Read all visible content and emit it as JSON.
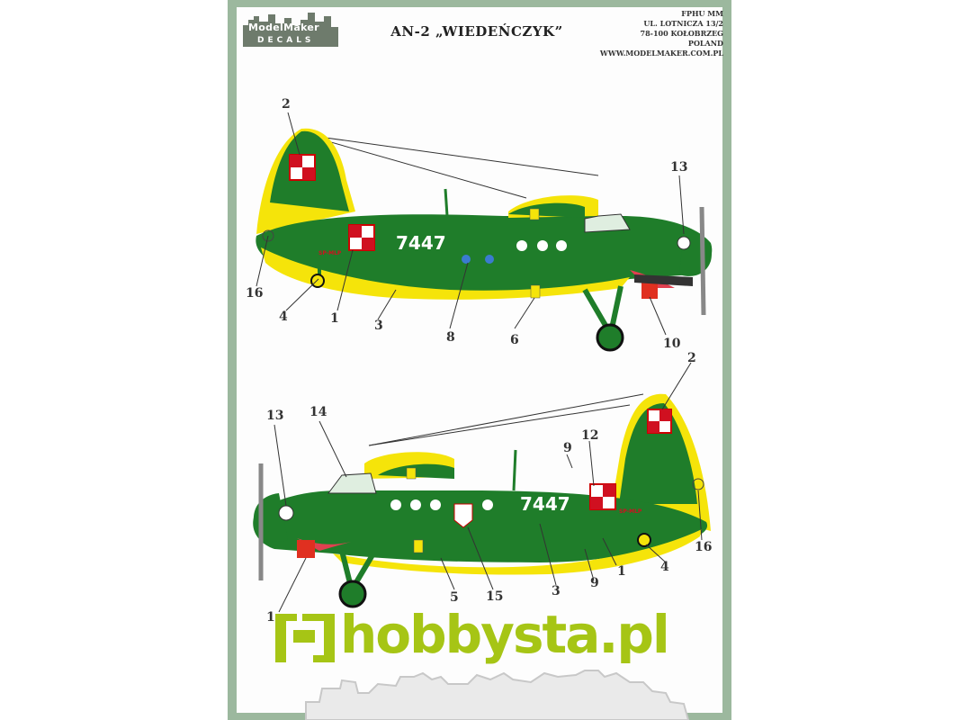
{
  "title": "AN-2 „WIEDEŃCZYK”",
  "logo": {
    "line1": "ModelMaker",
    "line2": "DECALS"
  },
  "address": [
    "FPHU MM",
    "UL. LOTNICZA 13/2",
    "78-100 KOŁOBRZEG",
    "POLAND",
    "WWW.MODELMAKER.COM.PL"
  ],
  "aircraft": {
    "serial": "7447",
    "small_reg": "SP-MLP"
  },
  "top_view_callouts": [
    "2",
    "13",
    "16",
    "4",
    "1",
    "3",
    "8",
    "6",
    "10"
  ],
  "bottom_view_callouts": [
    "13",
    "14",
    "2",
    "9",
    "12",
    "16",
    "1",
    "5",
    "15",
    "3",
    "9",
    "1",
    "4"
  ],
  "watermark": "hobbysta.pl",
  "colors": {
    "green": "#1f7d2a",
    "yellow": "#f5e40a",
    "border": "#9cb89e",
    "watermark": "#a6c515"
  }
}
